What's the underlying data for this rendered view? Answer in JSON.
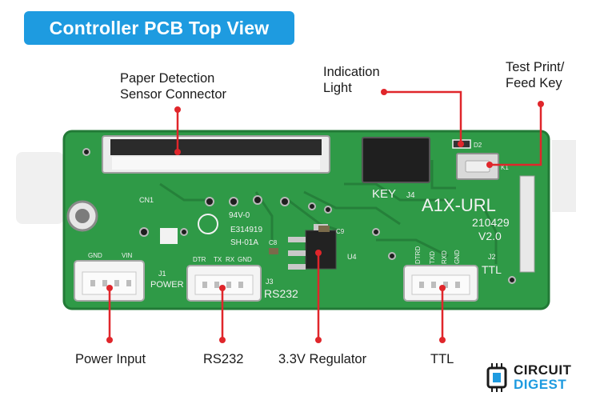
{
  "title": "Controller PCB Top View",
  "labels": {
    "paper_sensor_line1": "Paper Detection",
    "paper_sensor_line2": "Sensor Connector",
    "indication_line1": "Indication",
    "indication_line2": "Light",
    "test_key_line1": "Test Print/",
    "test_key_line2": "Feed Key",
    "power_input": "Power Input",
    "rs232": "RS232",
    "regulator": "3.3V Regulator",
    "ttl": "TTL"
  },
  "silkscreen": {
    "model": "A1X-URL",
    "date": "210429",
    "version": "V2.0",
    "key": "KEY",
    "j4": "J4",
    "j1": "J1",
    "power": "POWER",
    "j3": "J3",
    "rs232": "RS232",
    "j2": "J2",
    "ttl": "TTL",
    "cn1": "CN1",
    "d2": "D2",
    "k1": "K1",
    "u4": "U4",
    "c8": "C8",
    "c9": "C9",
    "gnd_j1": "GND",
    "vin": "VIN",
    "dtr": "DTR",
    "tx": "TX",
    "rx": "RX",
    "gnd_j3": "GND",
    "dtrd": "DTRD",
    "txd": "TXD",
    "rxd": "RXD",
    "gnd_j2": "GND",
    "rating": "94V-0",
    "cert": "E314919",
    "maker": "SH-01A"
  },
  "logo": {
    "line1": "CIRCUIT",
    "line2": "DIGEST"
  },
  "colors": {
    "badge": "#1e9be0",
    "pcb": "#2f9a47",
    "pcb_dark": "#237a37",
    "callout": "#e0262b",
    "silkscreen": "#f2f2f2"
  }
}
